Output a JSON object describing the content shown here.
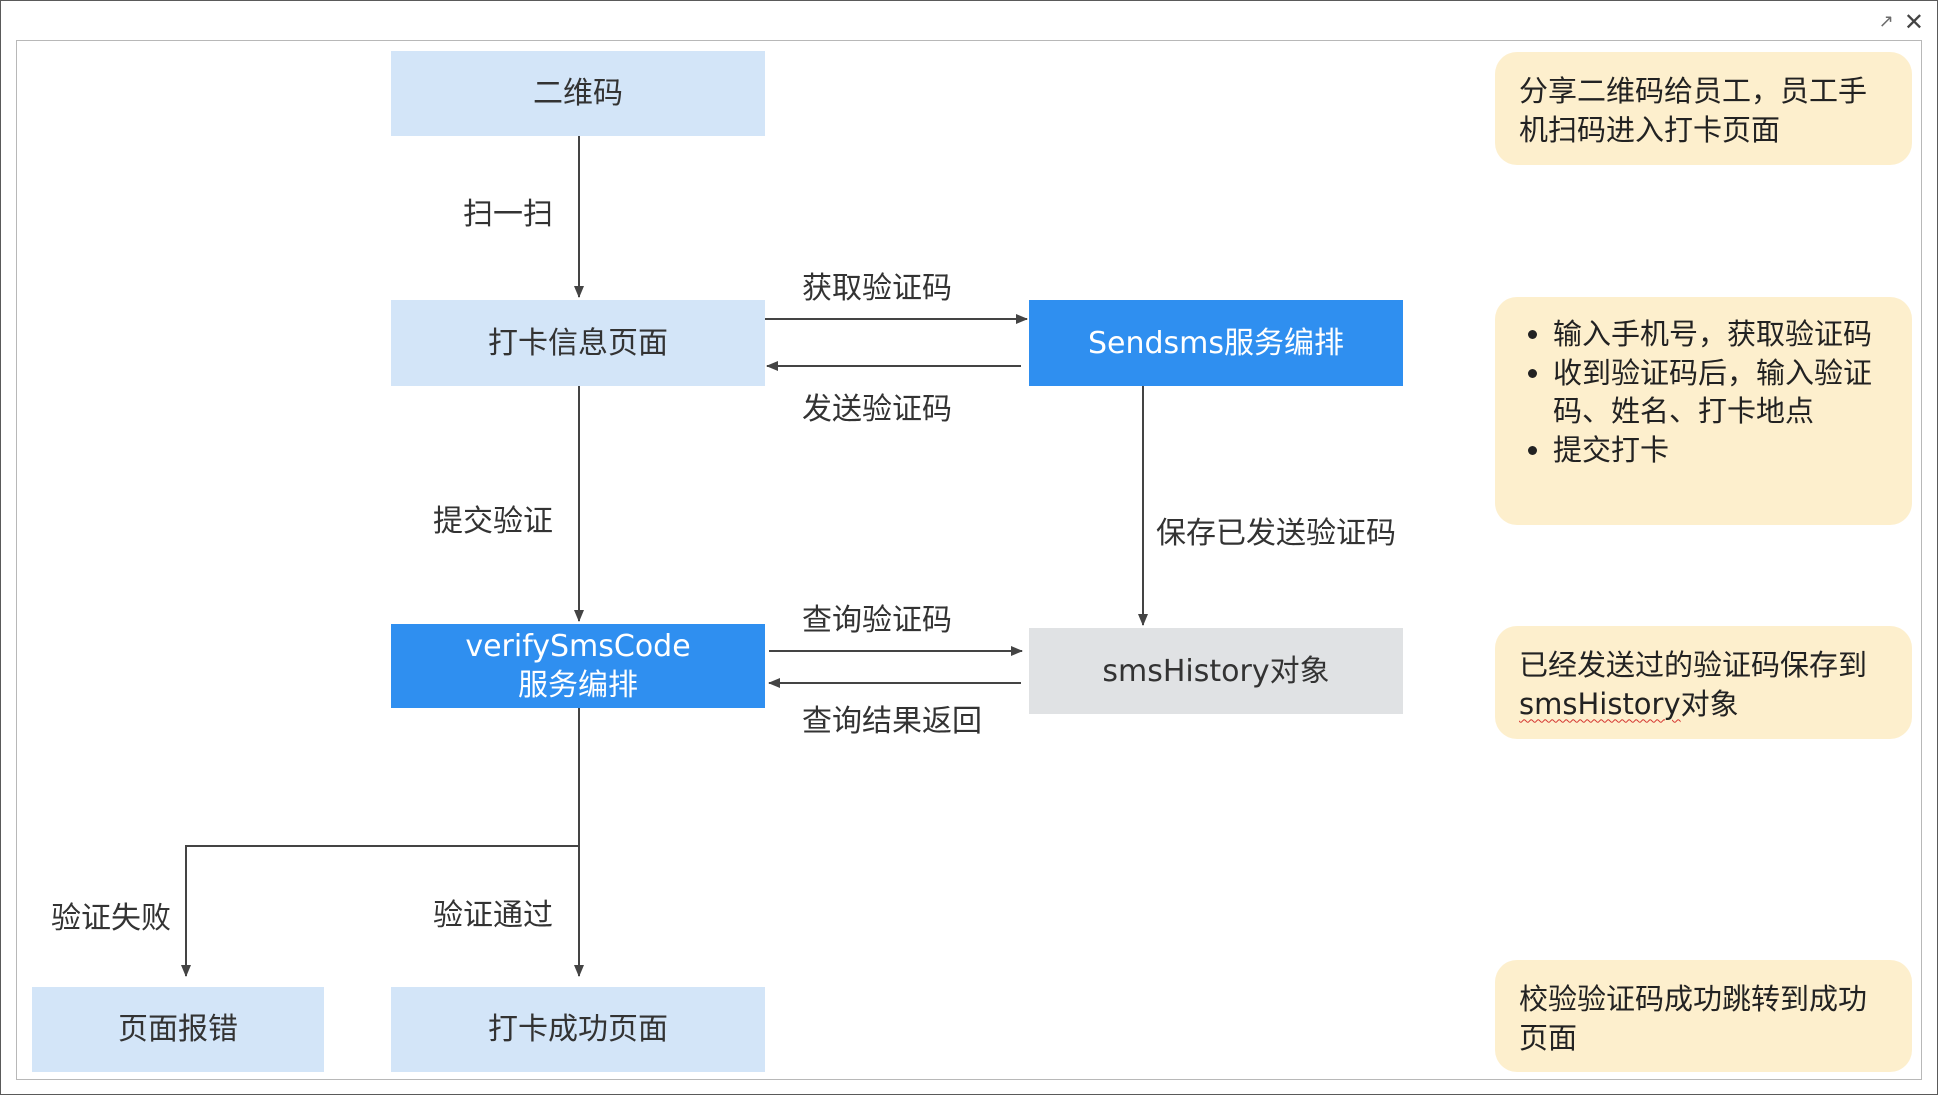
{
  "nodes": {
    "qrcode": "二维码",
    "checkin_page": "打卡信息页面",
    "sendsms": "Sendsms服务编排",
    "verify_line1": "verifySmsCode",
    "verify_line2": "服务编排",
    "sms_history": "smsHistory对象",
    "page_error": "页面报错",
    "success_page": "打卡成功页面"
  },
  "edges": {
    "scan": "扫一扫",
    "get_code": "获取验证码",
    "send_code": "发送验证码",
    "submit_verify": "提交验证",
    "save_code": "保存已发送验证码",
    "query_code": "查询验证码",
    "query_result": "查询结果返回",
    "verify_fail": "验证失败",
    "verify_pass": "验证通过"
  },
  "notes": {
    "share": "分享二维码给员工，员工手机扫码进入打卡页面",
    "steps": [
      "输入手机号，获取验证码",
      "收到验证码后，输入验证码、姓名、打卡地点",
      "提交打卡"
    ],
    "history_prefix": "已经发送过的验证码保存到",
    "history_term": "smsHistory",
    "history_suffix": "对象",
    "success": "校验验证码成功跳转到成功页面"
  },
  "colors": {
    "light_node": "#d3e5f8",
    "blue_node": "#2f8ff0",
    "grey_node": "#e0e2e4",
    "note_bg": "#fdefcd",
    "line": "#444444"
  },
  "icons": {
    "popout": "popout-icon",
    "close": "close-icon"
  }
}
